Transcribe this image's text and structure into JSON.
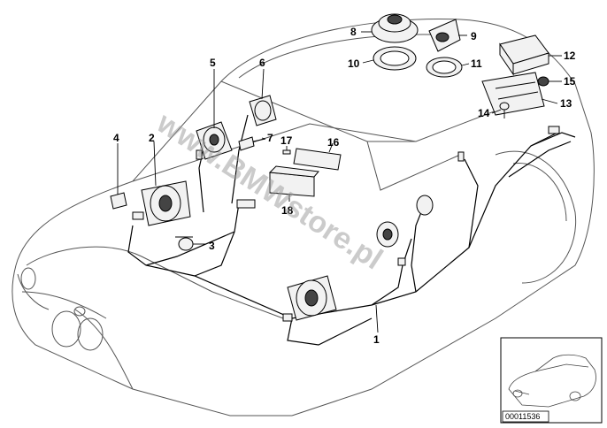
{
  "watermark": "www.BMWstore.pl",
  "reference_code": "00011536",
  "callouts": [
    {
      "id": "1",
      "label": "1"
    },
    {
      "id": "2",
      "label": "2"
    },
    {
      "id": "3",
      "label": "3"
    },
    {
      "id": "4",
      "label": "4"
    },
    {
      "id": "5",
      "label": "5"
    },
    {
      "id": "6",
      "label": "6"
    },
    {
      "id": "7",
      "label": "7"
    },
    {
      "id": "8",
      "label": "8"
    },
    {
      "id": "9",
      "label": "9"
    },
    {
      "id": "10",
      "label": "10"
    },
    {
      "id": "11",
      "label": "11"
    },
    {
      "id": "12",
      "label": "12"
    },
    {
      "id": "13",
      "label": "13"
    },
    {
      "id": "14",
      "label": "14"
    },
    {
      "id": "15",
      "label": "15"
    },
    {
      "id": "16",
      "label": "16"
    },
    {
      "id": "17",
      "label": "17"
    },
    {
      "id": "18",
      "label": "18"
    }
  ]
}
